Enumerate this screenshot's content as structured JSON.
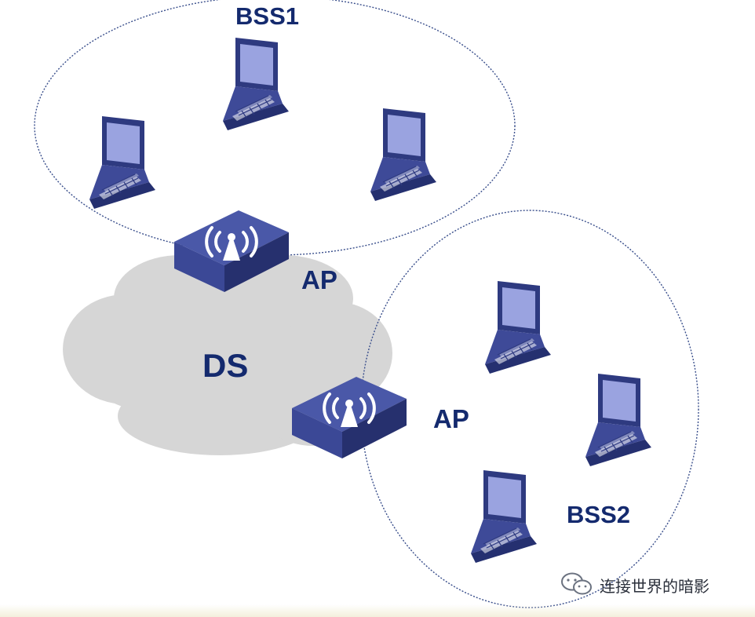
{
  "labels": {
    "bss1": "BSS1",
    "bss2": "BSS2",
    "ds": "DS",
    "ap_upper": "AP",
    "ap_lower": "AP"
  },
  "watermark": {
    "text": "连接世界的暗影",
    "icon": "wechat-icon"
  },
  "icons": {
    "laptop": "laptop-icon",
    "access_point": "access-point-icon",
    "cloud": "cloud-shape"
  },
  "colors": {
    "label_text": "#142a6e",
    "device_dark": "#2e3a80",
    "device_face": "#4a58a8",
    "screen": "#9aa3e0",
    "cloud": "#d6d6d6",
    "bss_boundary": "#3a4f8c"
  }
}
